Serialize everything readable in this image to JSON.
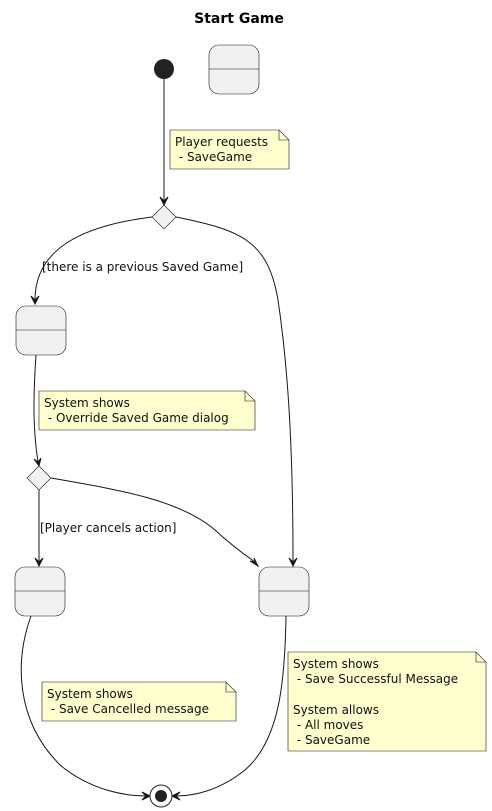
{
  "diagram": {
    "title": "Start Game",
    "notes": {
      "player_requests": [
        "Player requests",
        " - SaveGame"
      ],
      "override_dialog": [
        "System shows",
        " - Override Saved Game dialog"
      ],
      "save_cancelled": [
        "System shows",
        " - Save Cancelled message"
      ],
      "save_successful": [
        "System shows",
        " - Save Successful Message",
        "",
        "System allows",
        " - All moves",
        " - SaveGame"
      ]
    },
    "guards": {
      "previous_saved_game": "[there is a previous Saved Game]",
      "player_cancels": "[Player cancels action]"
    },
    "colors": {
      "state_fill": "#f1f1f1",
      "note_fill": "#fefece",
      "stroke": "#181818"
    }
  }
}
